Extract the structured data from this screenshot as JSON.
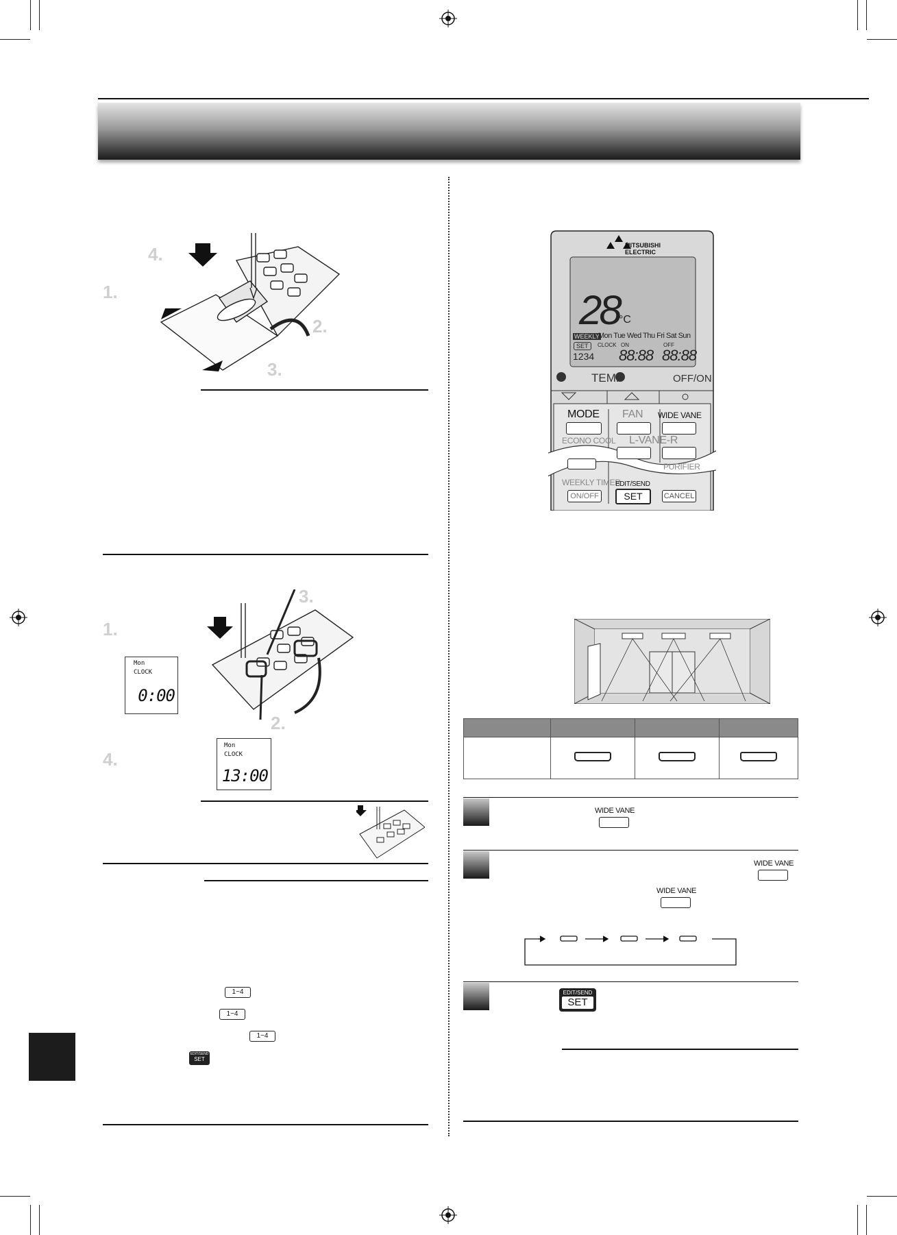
{
  "illustration_labels": {
    "battery": {
      "step1": "1.",
      "step2": "2.",
      "step3": "3.",
      "step4": "4."
    },
    "clock": {
      "step1": "1.",
      "step2": "2.",
      "step3": "3.",
      "step4": "4."
    }
  },
  "clock_displays": {
    "blinking": {
      "day": "Mon",
      "label": "CLOCK",
      "time": "0:00"
    },
    "set": {
      "day": "Mon",
      "label": "CLOCK",
      "time": "13:00"
    }
  },
  "remote": {
    "brand": "MITSUBISHI",
    "brand_sub": "ELECTRIC",
    "lcd": {
      "temperature": "28",
      "unit": "°C",
      "weekly": "WEEKLY",
      "days": "Mon Tue Wed Thu Fri Sat Sun",
      "set": "SET",
      "clock": "CLOCK",
      "on": "ON",
      "off": "OFF",
      "program": "1234",
      "time_left": "88:88",
      "time_right": "88:88"
    },
    "temp_label": "TEMP",
    "offon_label": "OFF/ON",
    "buttons": {
      "mode": "MODE",
      "fan": "FAN",
      "wide_vane": "WIDE VANE",
      "econo_cool": "ECONO COOL",
      "l_vane_r": "L-VANE-R",
      "purifier": "PURIFIER",
      "weekly_timer": "WEEKLY TIMER",
      "on_off": "ON/OFF",
      "edit_send": "EDIT/SEND",
      "set": "SET",
      "cancel": "CANCEL"
    }
  },
  "inline_buttons": {
    "wide_vane": "WIDE VANE",
    "edit_send": "EDIT/SEND",
    "set": "SET",
    "range": "1~4"
  }
}
